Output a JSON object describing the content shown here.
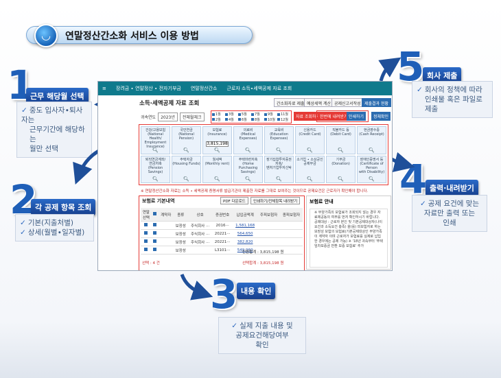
{
  "title": "연말정산간소화 서비스 이용 방법",
  "steps": [
    {
      "num": "1",
      "label": "근무 해당월 선택",
      "desc": [
        "중도 입사자∙퇴사자는",
        "근무기간에 해당하는",
        "월만 선택"
      ]
    },
    {
      "num": "2",
      "label": "각 공제 항목 조회",
      "desc": [
        "기본(지출처별)",
        "상세(월별∙일자별)"
      ]
    },
    {
      "num": "3",
      "label": "내용 확인",
      "desc": [
        "실제 지출 내용 및",
        "공제요건해당여부",
        "확인"
      ]
    },
    {
      "num": "4",
      "label": "출력∙내려받기",
      "desc": [
        "공제 요건에 맞는",
        "자료만 출력 또는",
        "인쇄"
      ]
    },
    {
      "num": "5",
      "label": "회사 제출",
      "desc": [
        "회사의 정책에 따라",
        "인쇄물 혹은 파일로",
        "제출"
      ]
    }
  ],
  "screen": {
    "nav": [
      "≡",
      "장려금 ∙ 연말정산 ∙ 전자기부금",
      "연말정산간소",
      "근로자 소득∙세액공제 자료 조회"
    ],
    "page_title": "소득∙세액공제 자료 조회",
    "top_buttons": [
      "간소화자료 제출",
      "예상세액 계산",
      "공제신고서작성",
      "제출결과 현황"
    ],
    "filter_label": "귀속연도",
    "filter_year": "2023년",
    "filter_all": "전체월체크",
    "months": [
      "1월",
      "2월",
      "3월",
      "4월",
      "5월",
      "6월",
      "7월",
      "8월",
      "9월",
      "10월",
      "11월",
      "12월"
    ],
    "action_buttons": [
      "자료 조회하기",
      "한번에 내려받기",
      "인쇄하기",
      "정체확인"
    ],
    "categories_row1": [
      "건강/고용보험\n(National Health/\nEmployment Insurance)",
      "국민연금\n(National Pension)",
      "보험료\n(Insurance)",
      "의료비\n(Medical Expenses)",
      "교육비\n(Education Expenses)",
      "신용카드\n(Credit Card)",
      "직불카드 등\n(Debit Card)",
      "현금영수증\n(Cash Receipt)"
    ],
    "categories_row2": [
      "퇴직연금계좌/\n연금저축\n(Pension Savings)",
      "주택자금\n(Housing Funds)",
      "월세액\n(Monthly rent)",
      "주택마련저축\n(Home Purchasing\nSavings)",
      "장기집합투자증권저축/\n벤처기업투자신탁",
      "소기업 ∙ 소상공인\n공제부금",
      "기부금\n(Donation)",
      "장애인증명서 등\n(Certificate of Person\nwith Disability)"
    ],
    "selected_amount": "3,815,198",
    "notice": "※ 연말정산간소화 자료는 소득 ∙ 세액공제 증명서류 발급기관이 제출한 자료를 그대로 보여주는 것이므로 공제요건은 근로자가 확인해야 합니다.",
    "panel_title": "보험료 기본내역",
    "panel_buttons": [
      "PDF 다운로드",
      "인쇄하기/전체항목 내려받기"
    ],
    "table_headers": [
      "연말\n선택",
      "계약자",
      "종류",
      "상호",
      "증권번호",
      "납입금액계",
      "주피보험자",
      "종피보험자"
    ],
    "table_rows": [
      [
        "보장성",
        "주식회사 ···",
        "2016···",
        "1,581,168"
      ],
      [
        "보장성",
        "주식회사 ···",
        "20221···",
        "564,650"
      ],
      [
        "보장성",
        "주식회사 ···",
        "20221···",
        "382,820"
      ],
      [
        "보장성",
        "",
        "L3101···",
        "549,960"
      ]
    ],
    "total_label": "인원합계 : 3,815,198 원",
    "selected_count": "선택 : 4 건",
    "selected_total": "선택합계 : 3,815,198 원",
    "guide_title": "보험료 안내",
    "guide_text": "※ 부양가족의 보험료가 조회되지 않는 경우 자료제공동의 여부를 먼저 확인하시기 바랍니다. 공제대상 : 근로자 본인 및 기본공제대상자(나이요건과 소득요건 충족) 을(를) 피보험자로 하는 보장성 보험의 보험료(기본공제대상인 부양가족이 계약자 이며 근로자가 보험료를 실제로 납입한 경우에는 공제 가능) ※ '18년 귀속부터 '주택 임차보증금 반환 보증 보험료' 추가"
  }
}
